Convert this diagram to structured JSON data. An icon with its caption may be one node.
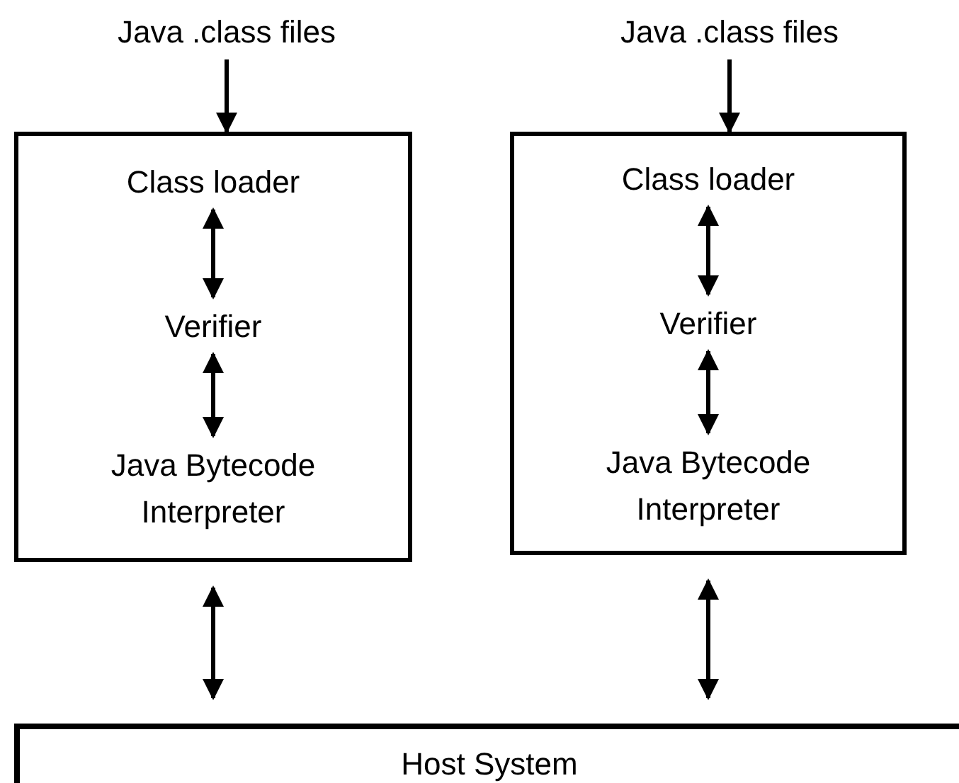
{
  "diagram": {
    "nodes": [
      {
        "text": [
          "Java .class files"
        ]
      },
      {
        "text": [
          "Java .class files"
        ]
      },
      {
        "text": [],
        "shape": "box"
      },
      {
        "text": [
          "Class loader"
        ],
        "in": 2
      },
      {
        "text": [
          "Verifier"
        ],
        "in": 2
      },
      {
        "text": [
          "Java Bytecode Interpreter"
        ],
        "in": 2
      },
      {
        "text": [],
        "shape": "box"
      },
      {
        "text": [
          "Class loader"
        ],
        "in": 6
      },
      {
        "text": [
          "Verifier"
        ],
        "in": 6
      },
      {
        "text": [
          "Java Bytecode Interpreter"
        ],
        "in": 6
      },
      {
        "text": [
          "Host System"
        ]
      }
    ],
    "edges": [
      {
        "from": 0,
        "to": 2,
        "arrow": "to"
      },
      {
        "from": 3,
        "to": 4,
        "arrow": "both"
      },
      {
        "from": 4,
        "to": 5,
        "arrow": "both"
      },
      {
        "from": 2,
        "to": 10,
        "arrow": "both"
      },
      {
        "from": 1,
        "to": 6,
        "arrow": "to"
      },
      {
        "from": 7,
        "to": 8,
        "arrow": "both"
      },
      {
        "from": 8,
        "to": 9,
        "arrow": "both"
      },
      {
        "from": 6,
        "to": 10,
        "arrow": "both"
      }
    ]
  }
}
